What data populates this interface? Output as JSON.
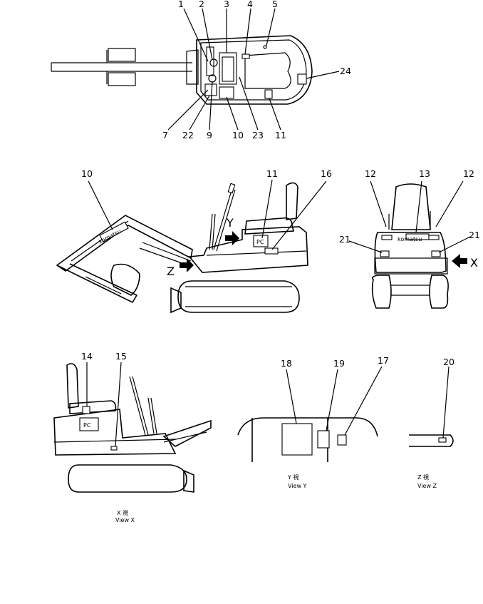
{
  "callouts": {
    "top": [
      "1",
      "2",
      "3",
      "4",
      "5",
      "24",
      "7",
      "22",
      "9",
      "10",
      "23",
      "11"
    ],
    "side": [
      "10",
      "11",
      "16",
      "Y",
      "Z"
    ],
    "rear": [
      "12",
      "13",
      "12",
      "21",
      "21",
      "X"
    ],
    "viewx": [
      "14",
      "15"
    ],
    "viewy": [
      "18",
      "19",
      "17"
    ],
    "viewz": [
      "20"
    ]
  },
  "decals": {
    "pc_main": "PC",
    "pc_viewx": "PC",
    "boom_brand": "komatsu",
    "rear_brand": "komatsu"
  },
  "captions": {
    "view_x": {
      "kanji": "X 視",
      "english": "View X"
    },
    "view_y": {
      "kanji": "Y 視",
      "english": "View Y"
    },
    "view_z": {
      "kanji": "Z 視",
      "english": "View Z"
    }
  }
}
